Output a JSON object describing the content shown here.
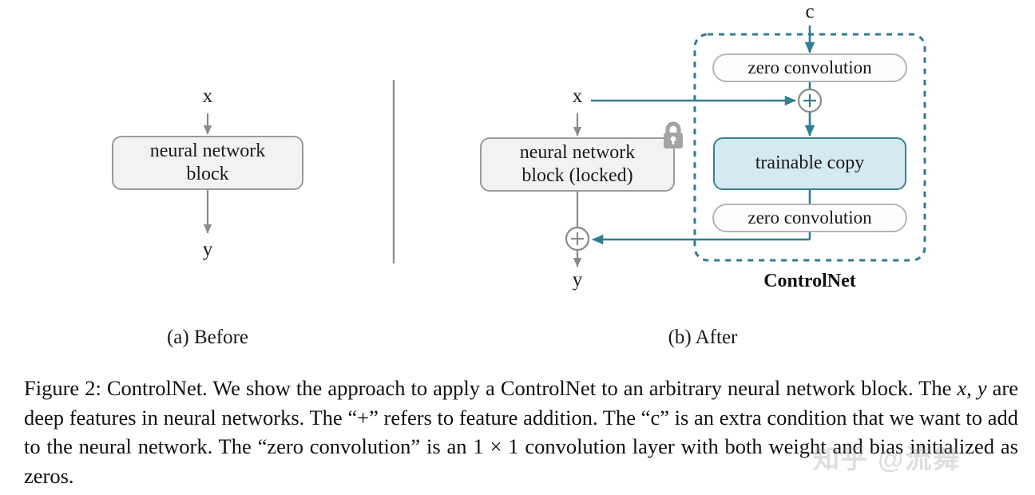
{
  "figure": {
    "number": "Figure 2",
    "title": "ControlNet",
    "caption_part1": "Figure 2: ControlNet. We show the approach to apply a ControlNet to an arbitrary neural network block. The ",
    "caption_math1": "x, y",
    "caption_part2": " are deep features in neural networks. The “+” refers to feature addition. The “c” is an extra condition that we want to add to the neural network. The “zero convolution” is an 1 × 1 convolution layer with both weight and bias initialized as zeros."
  },
  "panels": {
    "before": {
      "subcaption": "(a) Before",
      "input_label": "x",
      "output_label": "y",
      "block_line1": "neural network",
      "block_line2": "block"
    },
    "after": {
      "subcaption": "(b) After",
      "input_label": "x",
      "output_label": "y",
      "condition_label": "c",
      "locked_block_line1": "neural network",
      "locked_block_line2": "block (locked)",
      "zero_conv_top": "zero convolution",
      "zero_conv_bottom": "zero convolution",
      "trainable_copy": "trainable copy",
      "controlnet_label": "ControlNet",
      "add_symbol_top": "+",
      "add_symbol_bottom": "+",
      "lock_icon_name": "lock-icon"
    }
  },
  "colors": {
    "teal_accent": "#3a8294",
    "trainable_fill": "#d5e9f0",
    "block_fill": "#f2f2f2",
    "block_border": "#9a9a9a",
    "zeroconv_border": "#b4b4b4",
    "arrow_gray": "#8a8a8a",
    "lock_gray": "#a0a0a0",
    "text": "#111111",
    "background": "#ffffff"
  },
  "watermark": {
    "text": "知乎 @流舞"
  }
}
